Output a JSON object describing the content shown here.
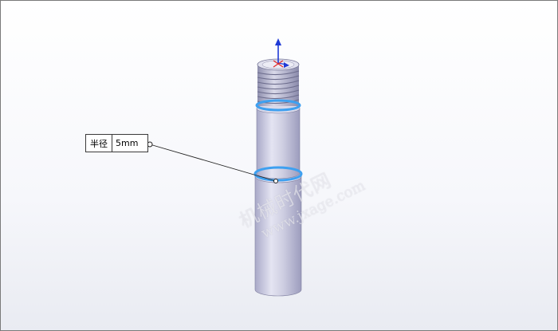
{
  "dimension_callout": {
    "label": "半径",
    "value": "5mm"
  },
  "watermark": {
    "site_name": "机械时代网",
    "url": "www.jxage.com"
  },
  "colors": {
    "background": "#ffffff",
    "part_body": "#c7c7dc",
    "selection_highlight": "#3ea0f0",
    "axis_arrow": "#1f3ad6",
    "origin_marker": "#e02a2a"
  }
}
